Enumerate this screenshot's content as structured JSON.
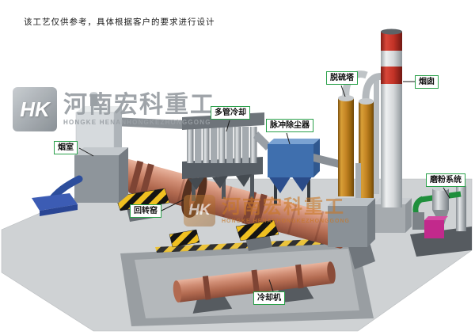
{
  "disclaimer": "该工艺仅供参考，具体根据客户的要求进行设计",
  "watermark": {
    "logo": "HK",
    "company_cn": "河南宏科重工",
    "company_en": "HONGKE HENANHONGKEZHONGGONG"
  },
  "labels": {
    "smoke_chamber": "烟室",
    "rotary_kiln": "回转窑",
    "multi_tube_cooler": "多管冷却",
    "pulse_dust_collector": "脉冲除尘器",
    "desulfurization_tower": "脱硫塔",
    "chimney": "烟囱",
    "grinding_system": "磨粉系统",
    "cooler": "冷却机"
  },
  "colors": {
    "kiln": "#cd8a72",
    "kiln_dark": "#8a4c39",
    "dust_collector_blue": "#3f6fae",
    "tower_amber": "#c08020",
    "chimney_red": "#c03028",
    "hazard_yellow": "#f0c020",
    "ground_gray": "#cfd2d4",
    "pipe_blue": "#2d4e9c",
    "grinding_green": "#1f8f3c",
    "grinding_magenta": "#c2298c",
    "label_border": "#2aa04a",
    "watermark_gray": "#9aa0a5",
    "watermark_orange": "#c87828"
  }
}
